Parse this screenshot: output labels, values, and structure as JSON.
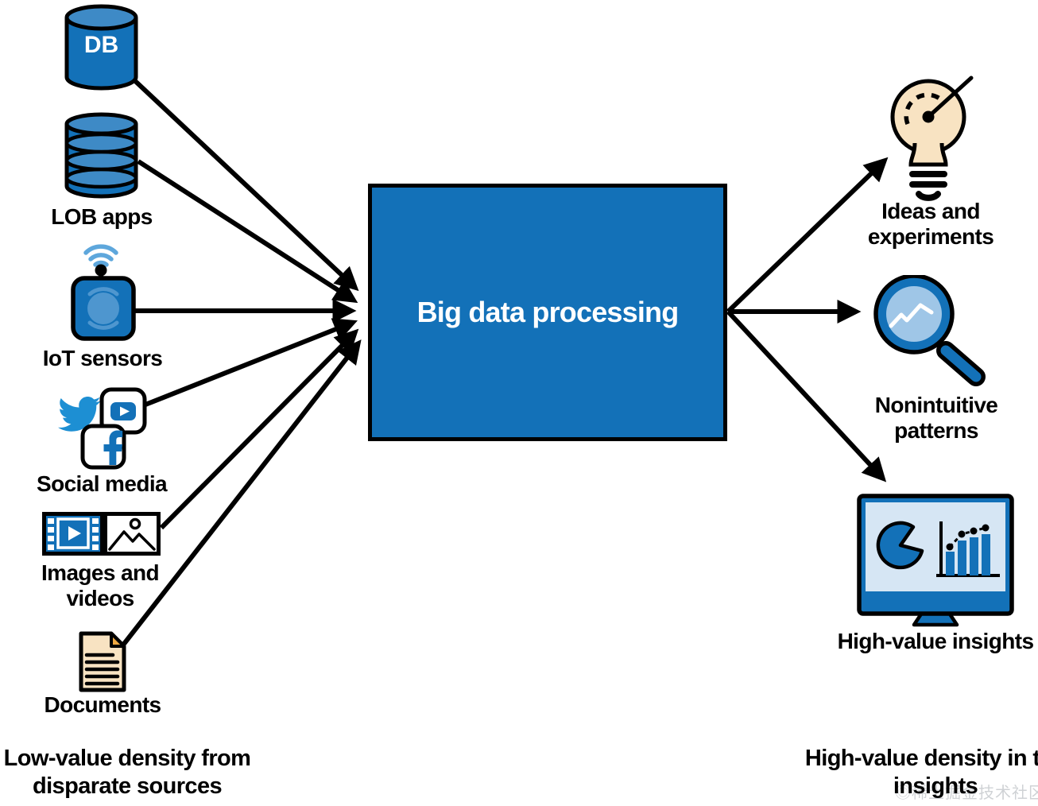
{
  "center": {
    "label": "Big data processing"
  },
  "sources": [
    {
      "name": "database",
      "label": "DB",
      "icons": [
        "database-cylinder-icon"
      ]
    },
    {
      "name": "lob-apps",
      "label": "LOB apps",
      "icons": [
        "stacked-database-icon"
      ]
    },
    {
      "name": "iot-sensors",
      "label": "IoT sensors",
      "icons": [
        "wifi-signal-icon",
        "iot-sensor-icon"
      ]
    },
    {
      "name": "social-media",
      "label": "Social media",
      "icons": [
        "twitter-icon",
        "youtube-icon",
        "facebook-icon"
      ]
    },
    {
      "name": "images-videos",
      "label": "Images and videos",
      "icons": [
        "film-strip-icon",
        "picture-icon"
      ]
    },
    {
      "name": "documents",
      "label": "Documents",
      "icons": [
        "document-icon"
      ]
    }
  ],
  "outputs": [
    {
      "name": "ideas-experiments",
      "label": "Ideas and experiments",
      "icons": [
        "lightbulb-gauge-icon"
      ]
    },
    {
      "name": "nonintuitive-patterns",
      "label": "Nonintuitive patterns",
      "icons": [
        "magnifier-chart-icon"
      ]
    },
    {
      "name": "high-value-insights",
      "label": "High-value insights",
      "icons": [
        "monitor-dashboard-icon"
      ]
    }
  ],
  "captions": {
    "left": "Low-value density from disparate sources",
    "right": "High-value density in the insights"
  },
  "watermark": {
    "text": "◎稀土掘金技术社区"
  },
  "colors": {
    "primary_blue": "#1371B8",
    "light_blue": "#4E96CF",
    "pale_blue": "#9FC6E7",
    "screen_blue": "#D6E6F4",
    "cream": "#F8E3C2",
    "fold_orange": "#F0A942",
    "twitter_blue": "#1D8FD3",
    "outline": "#000000",
    "watermark_gray": "#B9BDC4"
  }
}
